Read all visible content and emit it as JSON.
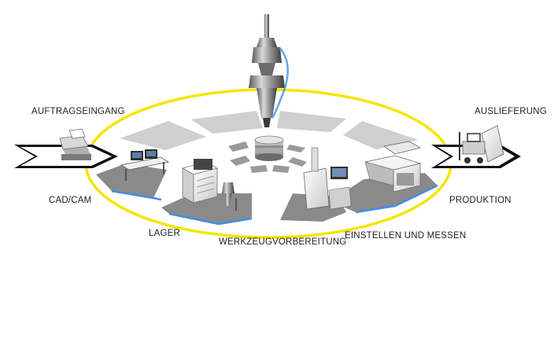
{
  "labels": {
    "order_entry": "AUFTRAGSEINGANG",
    "delivery": "AUSLIEFERUNG",
    "cad_cam": "CAD/CAM",
    "production": "PRODUKTION",
    "storage": "LAGER",
    "tool_prep": "WERKZEUGVORBEREITUNG",
    "setup_measure": "EINSTELLEN UND MESSEN"
  },
  "colors": {
    "ring": "#f2e600",
    "blue_accent": "#3f8ee8",
    "floor": "#8a8a8a",
    "light_segment": "#cfcfcf",
    "arrow_black": "#111111"
  },
  "icons": [
    "tool-holder-icon",
    "database-icon",
    "printer-icon",
    "workstation-icon",
    "tool-cabinet-icon",
    "presetter-icon",
    "cnc-machine-icon",
    "forklift-icon"
  ]
}
